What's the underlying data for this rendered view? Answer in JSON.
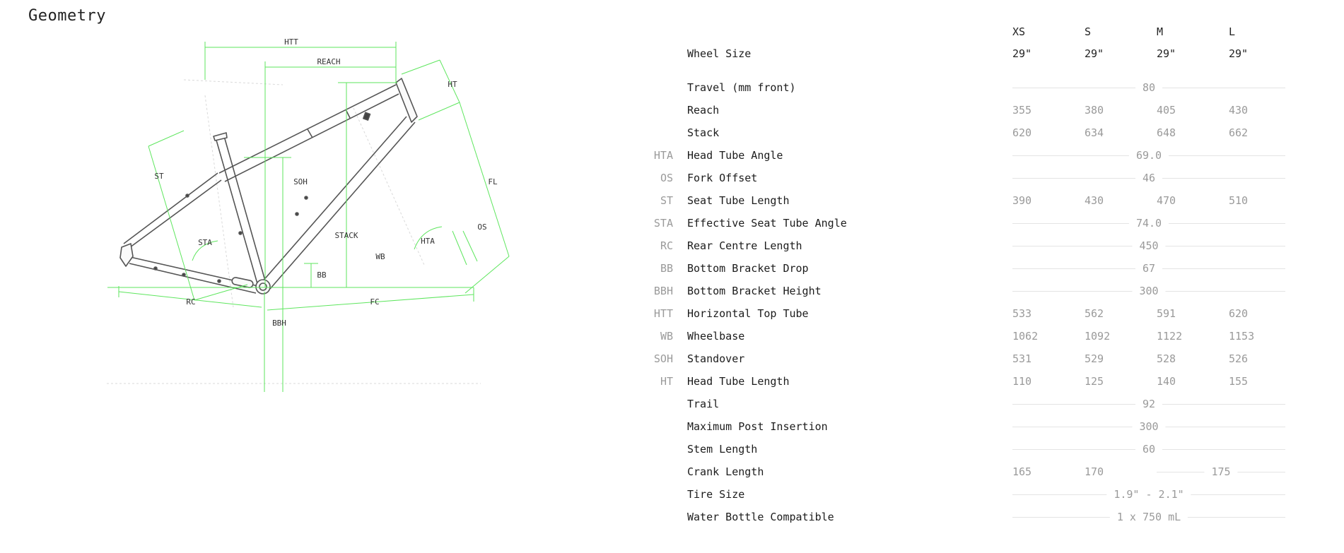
{
  "page": {
    "title": "Geometry"
  },
  "diagram": {
    "labels": {
      "htt": "HTT",
      "reach": "REACH",
      "ht": "HT",
      "st": "ST",
      "soh": "SOH",
      "fl": "FL",
      "stack": "STACK",
      "sta": "STA",
      "hta": "HTA",
      "os": "OS",
      "wb": "WB",
      "bb": "BB",
      "rc": "RC",
      "fc": "FC",
      "bbh": "BBH"
    },
    "colors": {
      "dimension": "#5ee65e",
      "frame": "#555555",
      "guide": "#d8d8d8"
    }
  },
  "table": {
    "sizes": [
      "XS",
      "S",
      "M",
      "L"
    ],
    "wheel_size": {
      "label": "Wheel Size",
      "values": [
        "29\"",
        "29\"",
        "29\"",
        "29\""
      ]
    },
    "rows": [
      {
        "abbr": "",
        "label": "Travel (mm front)",
        "all": "80"
      },
      {
        "abbr": "",
        "label": "Reach",
        "values": [
          "355",
          "380",
          "405",
          "430"
        ]
      },
      {
        "abbr": "",
        "label": "Stack",
        "values": [
          "620",
          "634",
          "648",
          "662"
        ]
      },
      {
        "abbr": "HTA",
        "label": "Head Tube Angle",
        "all": "69.0"
      },
      {
        "abbr": "OS",
        "label": "Fork Offset",
        "all": "46"
      },
      {
        "abbr": "ST",
        "label": "Seat Tube Length",
        "values": [
          "390",
          "430",
          "470",
          "510"
        ]
      },
      {
        "abbr": "STA",
        "label": "Effective Seat Tube Angle",
        "all": "74.0"
      },
      {
        "abbr": "RC",
        "label": "Rear Centre Length",
        "all": "450"
      },
      {
        "abbr": "BB",
        "label": "Bottom Bracket Drop",
        "all": "67"
      },
      {
        "abbr": "BBH",
        "label": "Bottom Bracket Height",
        "all": "300"
      },
      {
        "abbr": "HTT",
        "label": "Horizontal Top Tube",
        "values": [
          "533",
          "562",
          "591",
          "620"
        ]
      },
      {
        "abbr": "WB",
        "label": "Wheelbase",
        "values": [
          "1062",
          "1092",
          "1122",
          "1153"
        ]
      },
      {
        "abbr": "SOH",
        "label": "Standover",
        "values": [
          "531",
          "529",
          "528",
          "526"
        ]
      },
      {
        "abbr": "HT",
        "label": "Head Tube Length",
        "values": [
          "110",
          "125",
          "140",
          "155"
        ]
      },
      {
        "abbr": "",
        "label": "Trail",
        "all": "92"
      },
      {
        "abbr": "",
        "label": "Maximum Post Insertion",
        "all": "300"
      },
      {
        "abbr": "",
        "label": "Stem Length",
        "all": "60"
      },
      {
        "abbr": "",
        "label": "Crank Length",
        "values": [
          "165",
          "170"
        ],
        "last_two": "175"
      },
      {
        "abbr": "",
        "label": "Tire Size",
        "all": "1.9\" - 2.1\""
      },
      {
        "abbr": "",
        "label": "Water Bottle Compatible",
        "all": "1 x 750 mL"
      }
    ]
  }
}
